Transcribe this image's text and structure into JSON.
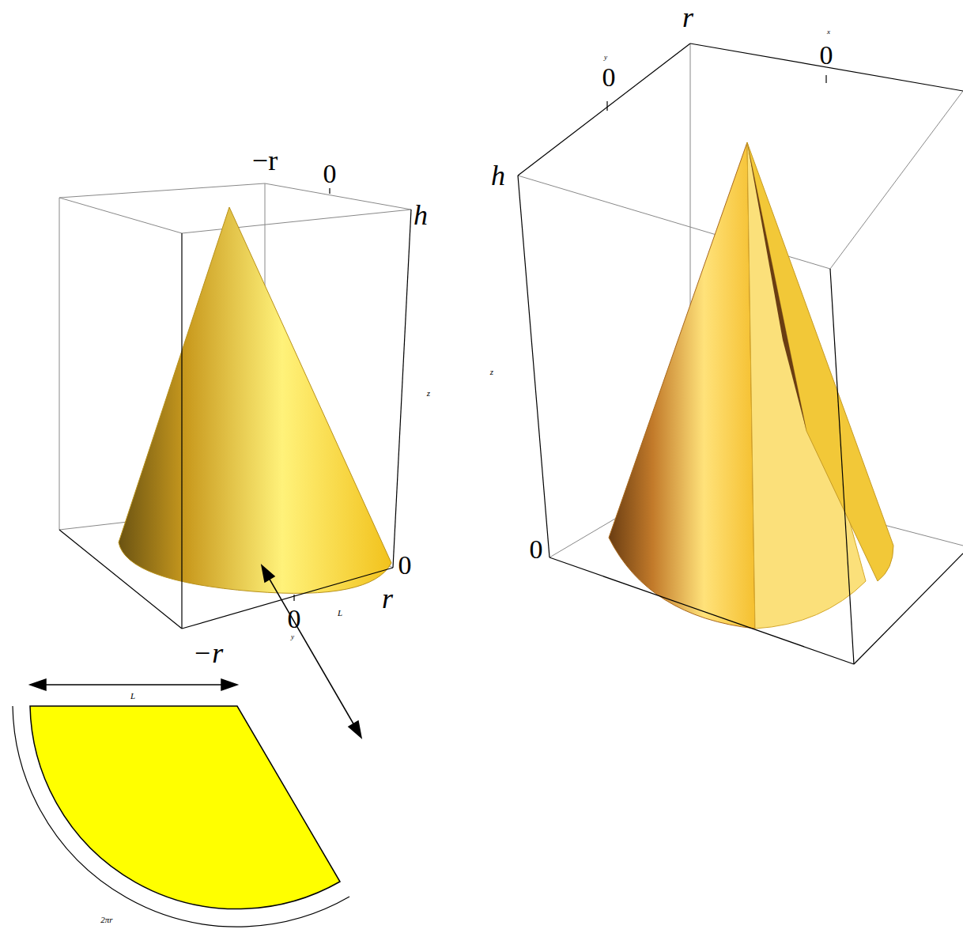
{
  "diagram": {
    "labels": [
      "−r",
      "0",
      "h",
      "z",
      "0",
      "r",
      "0",
      "y",
      "−r",
      "L",
      "L",
      "2πr",
      "r",
      "y",
      "0",
      "x",
      "0",
      "h",
      "z",
      "0"
    ]
  }
}
